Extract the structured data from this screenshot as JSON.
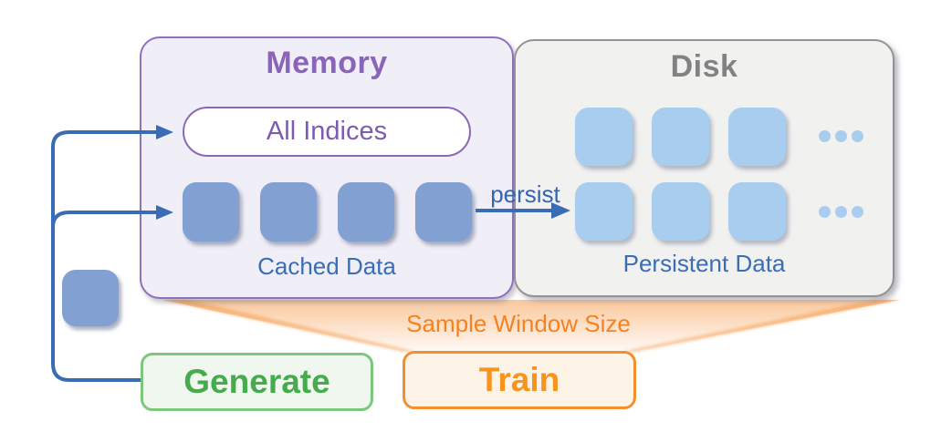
{
  "diagram": {
    "memory": {
      "title": "Memory",
      "indices_label": "All Indices",
      "cached_label": "Cached Data",
      "cached_block_count": 4
    },
    "disk": {
      "title": "Disk",
      "persistent_label": "Persistent Data",
      "row_block_count": 3,
      "row_count": 2,
      "ellipsis_dot_count": 3
    },
    "persist_arrow_label": "persist",
    "sample_window_label": "Sample Window Size",
    "generate_label": "Generate",
    "train_label": "Train"
  },
  "colors": {
    "memory_fill": "#f0eef7",
    "memory_border": "#9070bd",
    "memory_title_text": "#8a64b8",
    "indices_text": "#7d5cb0",
    "memory_block": "#82a0d2",
    "disk_fill": "#f1f1f0",
    "disk_border": "#939393",
    "disk_title_text": "#828282",
    "disk_block": "#a9cdef",
    "data_label_text": "#3a6db8",
    "arrow_blue": "#3a6cb5",
    "funnel_orange": "#f5913a",
    "sample_label_text": "#f5821f",
    "generate_green": "#45ab4c",
    "train_orange": "#f7941d"
  }
}
